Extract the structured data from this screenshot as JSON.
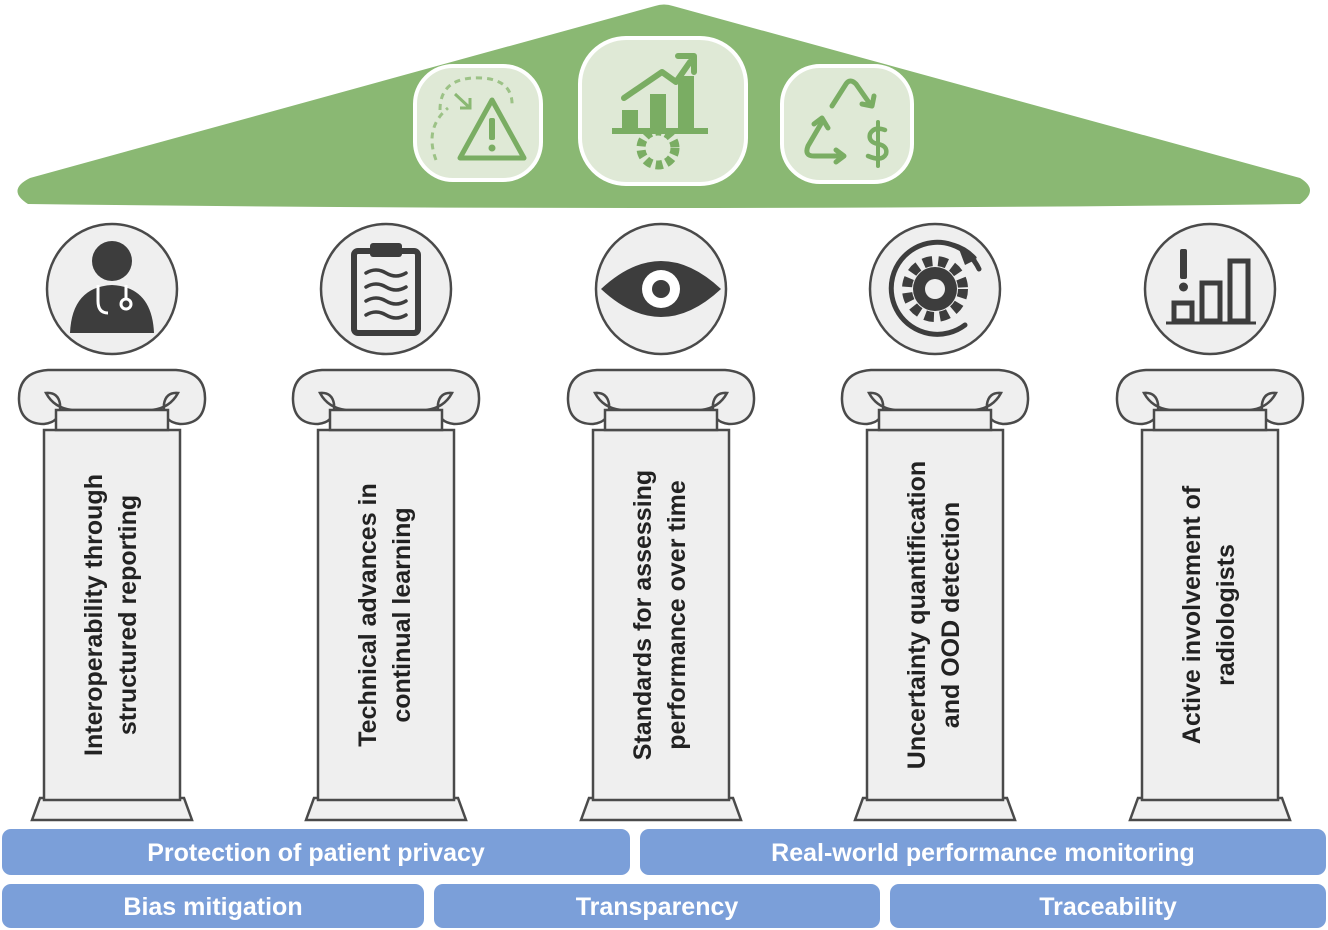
{
  "colors": {
    "roof": "#8ab873",
    "roof_icon_bg": "#dfe9d6",
    "roof_icon_stroke": "#7aad63",
    "pillar_fill": "#efefef",
    "pillar_stroke": "#4a4a4a",
    "icon_dark": "#3d3d3d",
    "foundation": "#7b9fd9"
  },
  "roof": {
    "icons": [
      "drift-warning-icon",
      "performance-growth-icon",
      "cost-recycle-icon"
    ]
  },
  "pillars": [
    {
      "icon": "doctor-icon",
      "line1": "Interoperability through",
      "line2": "structured reporting"
    },
    {
      "icon": "clipboard-icon",
      "line1": "Technical advances in",
      "line2": "continual learning"
    },
    {
      "icon": "eye-icon",
      "line1": "Standards for assessing",
      "line2": "performance over time"
    },
    {
      "icon": "gear-refresh-icon",
      "line1": "Uncertainty quantification",
      "line2": "and OOD detection"
    },
    {
      "icon": "alert-bar-chart-icon",
      "line1": "Active involvement of",
      "line2": "radiologists"
    }
  ],
  "foundation": {
    "row1": [
      "Protection of patient privacy",
      "Real-world performance monitoring"
    ],
    "row2": [
      "Bias mitigation",
      "Transparency",
      "Traceability"
    ]
  }
}
